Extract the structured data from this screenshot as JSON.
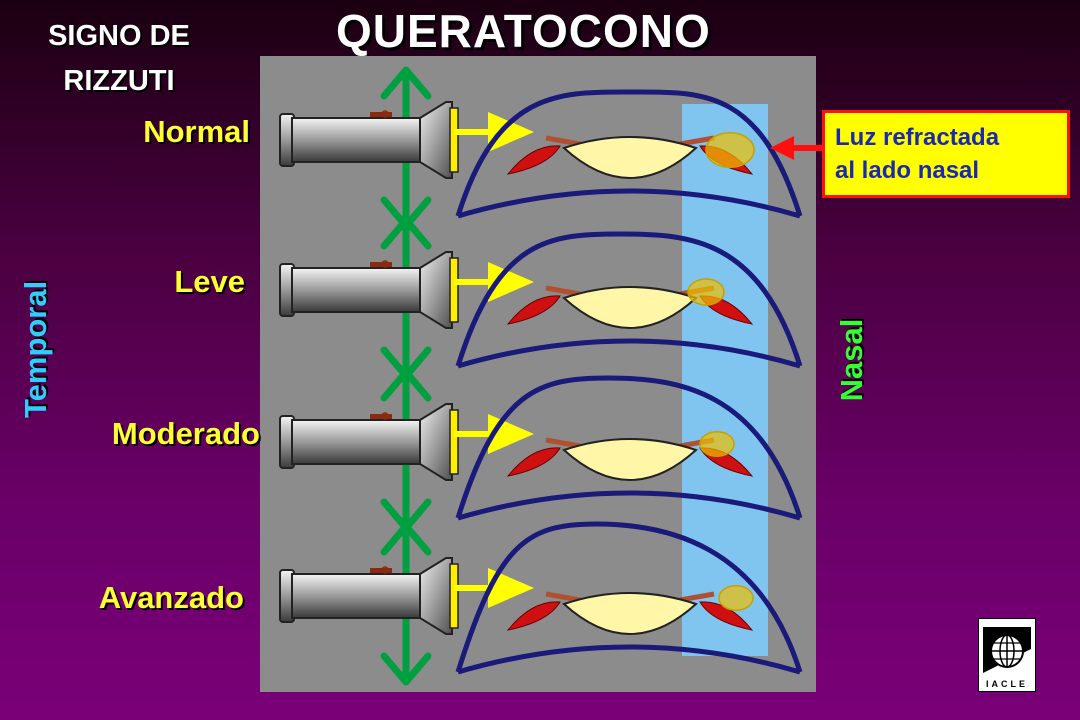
{
  "header": {
    "title": "QUERATOCONO",
    "subtitle_line1": "SIGNO DE",
    "subtitle_line2": "RIZZUTI"
  },
  "stages": [
    {
      "label": "Normal",
      "cone_level": 0
    },
    {
      "label": "Leve",
      "cone_level": 1
    },
    {
      "label": "Moderado",
      "cone_level": 2
    },
    {
      "label": "Avanzado",
      "cone_level": 3
    }
  ],
  "side_labels": {
    "temporal": "Temporal",
    "nasal": "Nasal"
  },
  "callout": {
    "line1": "Luz refractada",
    "line2": "al lado nasal"
  },
  "logo": {
    "text": "IACLE"
  },
  "colors": {
    "panel": "#8c8c8c",
    "nasal_band": "#80c4f0",
    "temporal_label": "#33ccff",
    "nasal_label": "#33ff33",
    "stage_label": "#ffff33",
    "arrow": "#ffff00",
    "double_arrow": "#00a040",
    "eye_outline": "#1a1a7a",
    "lens": "#fff6a8",
    "iris": "#d01010",
    "refracted_spot": "#f0c000"
  }
}
